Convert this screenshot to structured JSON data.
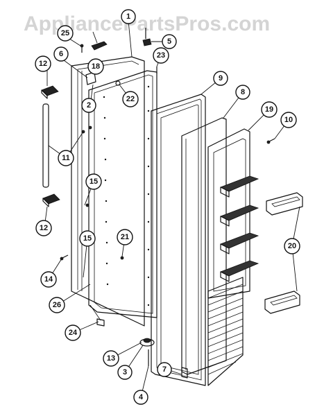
{
  "header": {
    "watermark": "AppliancePartsPros.com"
  },
  "callouts": [
    {
      "id": "c1",
      "label": "1"
    },
    {
      "id": "c2",
      "label": "2"
    },
    {
      "id": "c3",
      "label": "3"
    },
    {
      "id": "c4",
      "label": "4"
    },
    {
      "id": "c5",
      "label": "5"
    },
    {
      "id": "c6",
      "label": "6"
    },
    {
      "id": "c7",
      "label": "7"
    },
    {
      "id": "c8",
      "label": "8"
    },
    {
      "id": "c9",
      "label": "9"
    },
    {
      "id": "c10",
      "label": "10"
    },
    {
      "id": "c11",
      "label": "11"
    },
    {
      "id": "c12a",
      "label": "12"
    },
    {
      "id": "c12b",
      "label": "12"
    },
    {
      "id": "c13",
      "label": "13"
    },
    {
      "id": "c14",
      "label": "14"
    },
    {
      "id": "c15a",
      "label": "15"
    },
    {
      "id": "c15b",
      "label": "15"
    },
    {
      "id": "c18",
      "label": "18"
    },
    {
      "id": "c19",
      "label": "19"
    },
    {
      "id": "c20",
      "label": "20"
    },
    {
      "id": "c21",
      "label": "21"
    },
    {
      "id": "c22",
      "label": "22"
    },
    {
      "id": "c23",
      "label": "23"
    },
    {
      "id": "c24",
      "label": "24"
    },
    {
      "id": "c25",
      "label": "25"
    },
    {
      "id": "c26",
      "label": "26"
    }
  ]
}
